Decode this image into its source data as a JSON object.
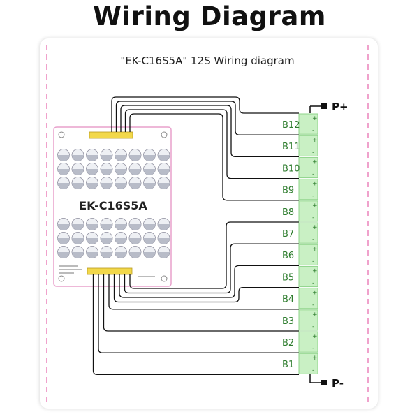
{
  "title": "Wiring  Diagram",
  "diagram_title": "\"EK-C16S5A\"  12S Wiring diagram",
  "board": {
    "name": "EK-C16S5A"
  },
  "cells": [
    "B12",
    "B11",
    "B10",
    "B9",
    "B8",
    "B7",
    "B6",
    "B5",
    "B4",
    "B3",
    "B2",
    "B1"
  ],
  "terminals": {
    "positive": "P+",
    "negative": "P-"
  },
  "colors": {
    "cell_fill": "#c9f0c4",
    "cell_border": "#8fd48a",
    "wire": "#111111",
    "guide": "#e0449a",
    "board_border": "#e8a0cc"
  }
}
